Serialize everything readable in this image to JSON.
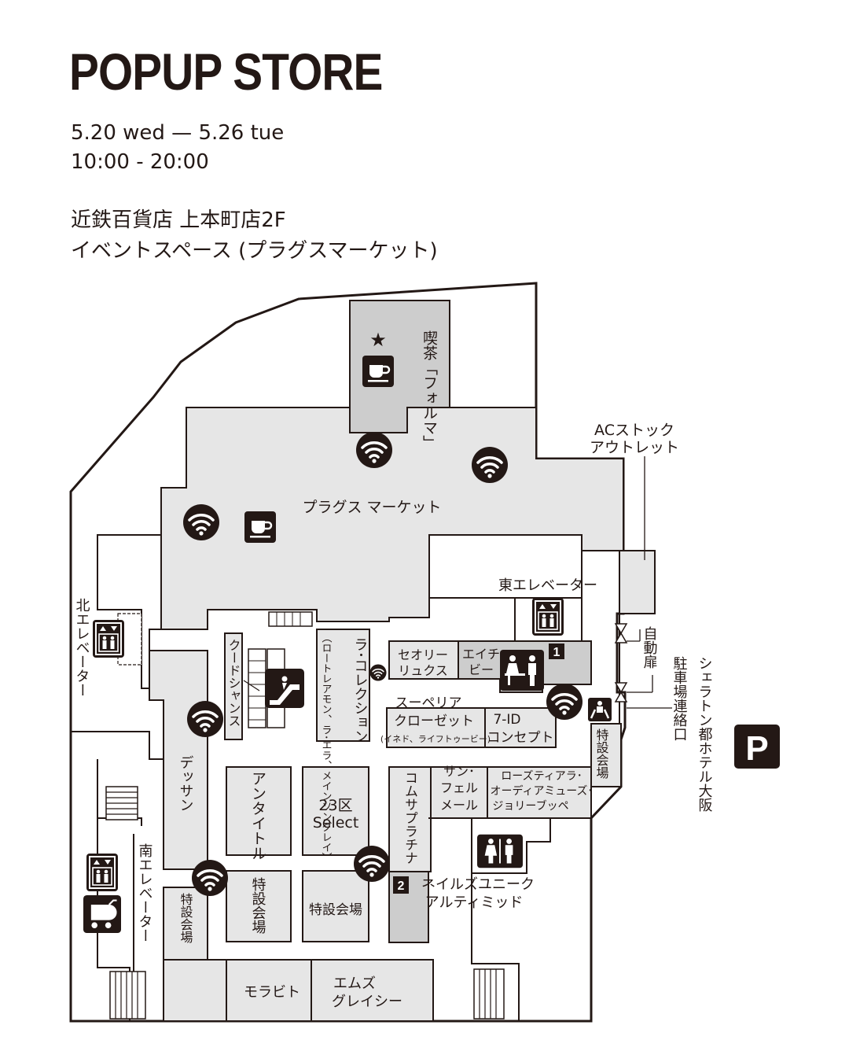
{
  "header": {
    "title": "POPUP STORE",
    "dates": "5.20 wed — 5.26 tue",
    "hours": "10:00 - 20:00",
    "venue": "近鉄百貨店 上本町店2F",
    "space": "イベントスペース (プラグスマーケット)"
  },
  "map": {
    "colors": {
      "shop_fill": "#e6e6e6",
      "dark_fill": "#cdcdcd",
      "ink": "#231815"
    },
    "areas": {
      "plugs_market": "プラグス マーケット",
      "kissa_forma": "喫茶「フォルマ」",
      "ac_stock_outlet": [
        "ACストック",
        "アウトレット"
      ],
      "east_elevator": "東エレベーター",
      "north_elevator": "北エレベーター",
      "south_elevator": "南エレベーター",
      "auto_door": "自動扉",
      "parking_link": "駐車場連絡口",
      "sheraton": "シェラトン都ホテル大阪",
      "seori": [
        "セオリー",
        "リュクス"
      ],
      "eichi_b": [
        "エイチ",
        "ビー"
      ],
      "code_chance": "クードシャンス",
      "ra_collection": "ラ･コレクション",
      "ra_collection_brands": "（ロートレアモン、ラ･エラ、メインソングレイ）",
      "superior_closet": [
        "スーペリア",
        "クローゼット"
      ],
      "superior_brands": "(イネド、ライフトゥービー)",
      "seven_id": [
        "7-ID",
        "コンセプト"
      ],
      "tokusetsu_right": "特設会場",
      "dessin": "デッサン",
      "untitled": "アンタイトル",
      "ku23": [
        "23区",
        "Select"
      ],
      "comme_platina": "コムサプラチナ",
      "san_fel_mer": [
        "サン･",
        "フェル",
        "メール"
      ],
      "rose_tiara": [
        "ローズティアラ･",
        "オーディアミューズ･",
        "ジョリーブッペ"
      ],
      "tokusetsu_a": "特設会場",
      "tokusetsu_b": "特設会場",
      "tokusetsu_left": "特設会場",
      "nails_unique": [
        "ネイルズユニーク",
        "アルティミッド"
      ],
      "morabito": "モラビト",
      "ms_gracy": [
        "エムズ",
        "グレイシー"
      ]
    },
    "markers": {
      "num1": "1",
      "num2": "2",
      "parking": "P"
    }
  }
}
